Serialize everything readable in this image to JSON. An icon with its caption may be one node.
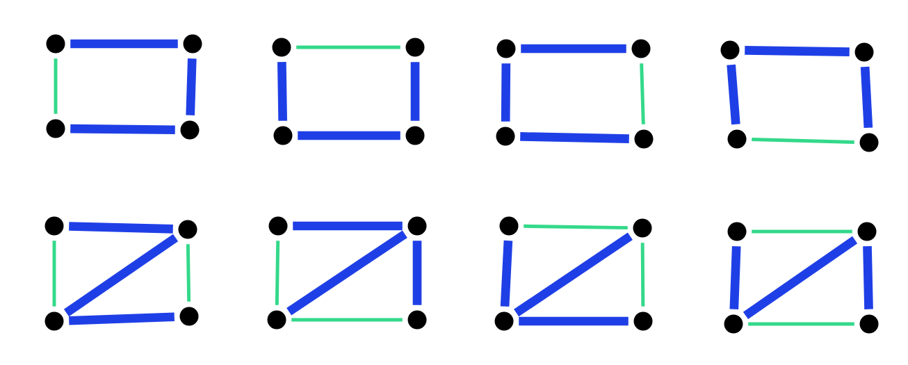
{
  "diagram": {
    "nodes": [
      {
        "text": [],
        "shape": "circle"
      },
      {
        "text": [],
        "shape": "circle"
      },
      {
        "text": [],
        "shape": "circle"
      },
      {
        "text": [],
        "shape": "circle"
      },
      {
        "text": [],
        "shape": "circle"
      },
      {
        "text": [],
        "shape": "circle"
      },
      {
        "text": [],
        "shape": "circle"
      },
      {
        "text": [],
        "shape": "circle"
      },
      {
        "text": [],
        "shape": "circle"
      },
      {
        "text": [],
        "shape": "circle"
      },
      {
        "text": [],
        "shape": "circle"
      },
      {
        "text": [],
        "shape": "circle"
      },
      {
        "text": [],
        "shape": "circle"
      },
      {
        "text": [],
        "shape": "circle"
      },
      {
        "text": [],
        "shape": "circle"
      },
      {
        "text": [],
        "shape": "circle"
      },
      {
        "text": [],
        "shape": "circle"
      },
      {
        "text": [],
        "shape": "circle"
      },
      {
        "text": [],
        "shape": "circle"
      },
      {
        "text": [],
        "shape": "circle"
      },
      {
        "text": [],
        "shape": "circle"
      },
      {
        "text": [],
        "shape": "circle"
      },
      {
        "text": [],
        "shape": "circle"
      },
      {
        "text": [],
        "shape": "circle"
      },
      {
        "text": [],
        "shape": "circle"
      },
      {
        "text": [],
        "shape": "circle"
      },
      {
        "text": [],
        "shape": "circle"
      },
      {
        "text": [],
        "shape": "circle"
      },
      {
        "text": [],
        "shape": "circle"
      },
      {
        "text": [],
        "shape": "circle"
      },
      {
        "text": [],
        "shape": "circle"
      },
      {
        "text": [],
        "shape": "circle"
      }
    ],
    "edges": [
      {
        "from": 0,
        "to": 1,
        "arrow": "none"
      },
      {
        "from": 1,
        "to": 3,
        "arrow": "none"
      },
      {
        "from": 2,
        "to": 3,
        "arrow": "none"
      },
      {
        "from": 0,
        "to": 2,
        "arrow": "none",
        "color": "#33d98a"
      },
      {
        "from": 4,
        "to": 5,
        "arrow": "none",
        "color": "#33d98a"
      },
      {
        "from": 4,
        "to": 6,
        "arrow": "none"
      },
      {
        "from": 5,
        "to": 7,
        "arrow": "none"
      },
      {
        "from": 6,
        "to": 7,
        "arrow": "none"
      },
      {
        "from": 8,
        "to": 9,
        "arrow": "none"
      },
      {
        "from": 8,
        "to": 10,
        "arrow": "none"
      },
      {
        "from": 10,
        "to": 11,
        "arrow": "none"
      },
      {
        "from": 9,
        "to": 11,
        "arrow": "none",
        "color": "#33d98a"
      },
      {
        "from": 12,
        "to": 13,
        "arrow": "none"
      },
      {
        "from": 12,
        "to": 14,
        "arrow": "none"
      },
      {
        "from": 13,
        "to": 15,
        "arrow": "none"
      },
      {
        "from": 14,
        "to": 15,
        "arrow": "none",
        "color": "#33d98a"
      },
      {
        "from": 16,
        "to": 17,
        "arrow": "none"
      },
      {
        "from": 17,
        "to": 18,
        "arrow": "none"
      },
      {
        "from": 18,
        "to": 19,
        "arrow": "none"
      },
      {
        "from": 16,
        "to": 18,
        "arrow": "none",
        "color": "#33d98a"
      },
      {
        "from": 17,
        "to": 19,
        "arrow": "none",
        "color": "#33d98a"
      },
      {
        "from": 20,
        "to": 21,
        "arrow": "none"
      },
      {
        "from": 21,
        "to": 22,
        "arrow": "none"
      },
      {
        "from": 21,
        "to": 23,
        "arrow": "none"
      },
      {
        "from": 20,
        "to": 22,
        "arrow": "none",
        "color": "#33d98a"
      },
      {
        "from": 22,
        "to": 23,
        "arrow": "none",
        "color": "#33d98a"
      },
      {
        "from": 24,
        "to": 25,
        "arrow": "none",
        "color": "#33d98a"
      },
      {
        "from": 25,
        "to": 27,
        "arrow": "none",
        "color": "#33d98a"
      },
      {
        "from": 24,
        "to": 26,
        "arrow": "none"
      },
      {
        "from": 25,
        "to": 26,
        "arrow": "none"
      },
      {
        "from": 26,
        "to": 27,
        "arrow": "none"
      },
      {
        "from": 28,
        "to": 29,
        "arrow": "none",
        "color": "#33d98a"
      },
      {
        "from": 30,
        "to": 31,
        "arrow": "none",
        "color": "#33d98a"
      },
      {
        "from": 28,
        "to": 30,
        "arrow": "none"
      },
      {
        "from": 29,
        "to": 31,
        "arrow": "none"
      },
      {
        "from": 29,
        "to": 30,
        "arrow": "none"
      }
    ]
  }
}
